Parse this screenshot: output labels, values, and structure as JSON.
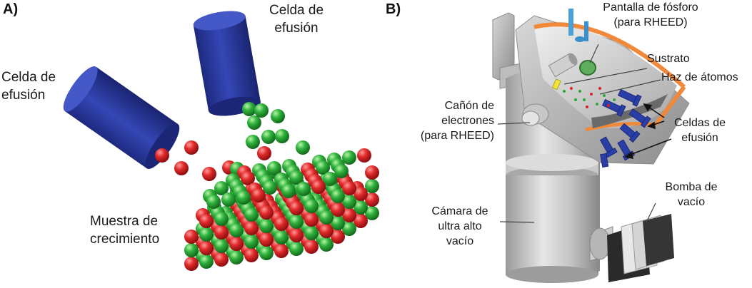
{
  "panel_a": {
    "tag": "A)",
    "cell_top": [
      "Celda de",
      "efusión"
    ],
    "cell_left": [
      "Celda de",
      "efusión"
    ],
    "sample": [
      "Muestra de",
      "crecimiento"
    ]
  },
  "panel_b": {
    "tag": "B)",
    "screen": [
      "Pantalla de fósforo",
      "(para RHEED)"
    ],
    "substrate": "Sustrato",
    "beam": "Haz de átomos",
    "gun": [
      "Cañón de",
      "electrones",
      "(para RHEED)"
    ],
    "cells": [
      "Celdas de",
      "efusión"
    ],
    "pump": [
      "Bomba de",
      "vacío"
    ],
    "chamber": [
      "Cámara de",
      "ultra alto",
      "vacío"
    ]
  },
  "colors": {
    "cell_blue": "#2f3fa6",
    "atom_red": "#d8232a",
    "atom_green": "#2ba63a",
    "chamber_gray": "#b9b9b9",
    "flange_orange": "#f08a3a"
  }
}
